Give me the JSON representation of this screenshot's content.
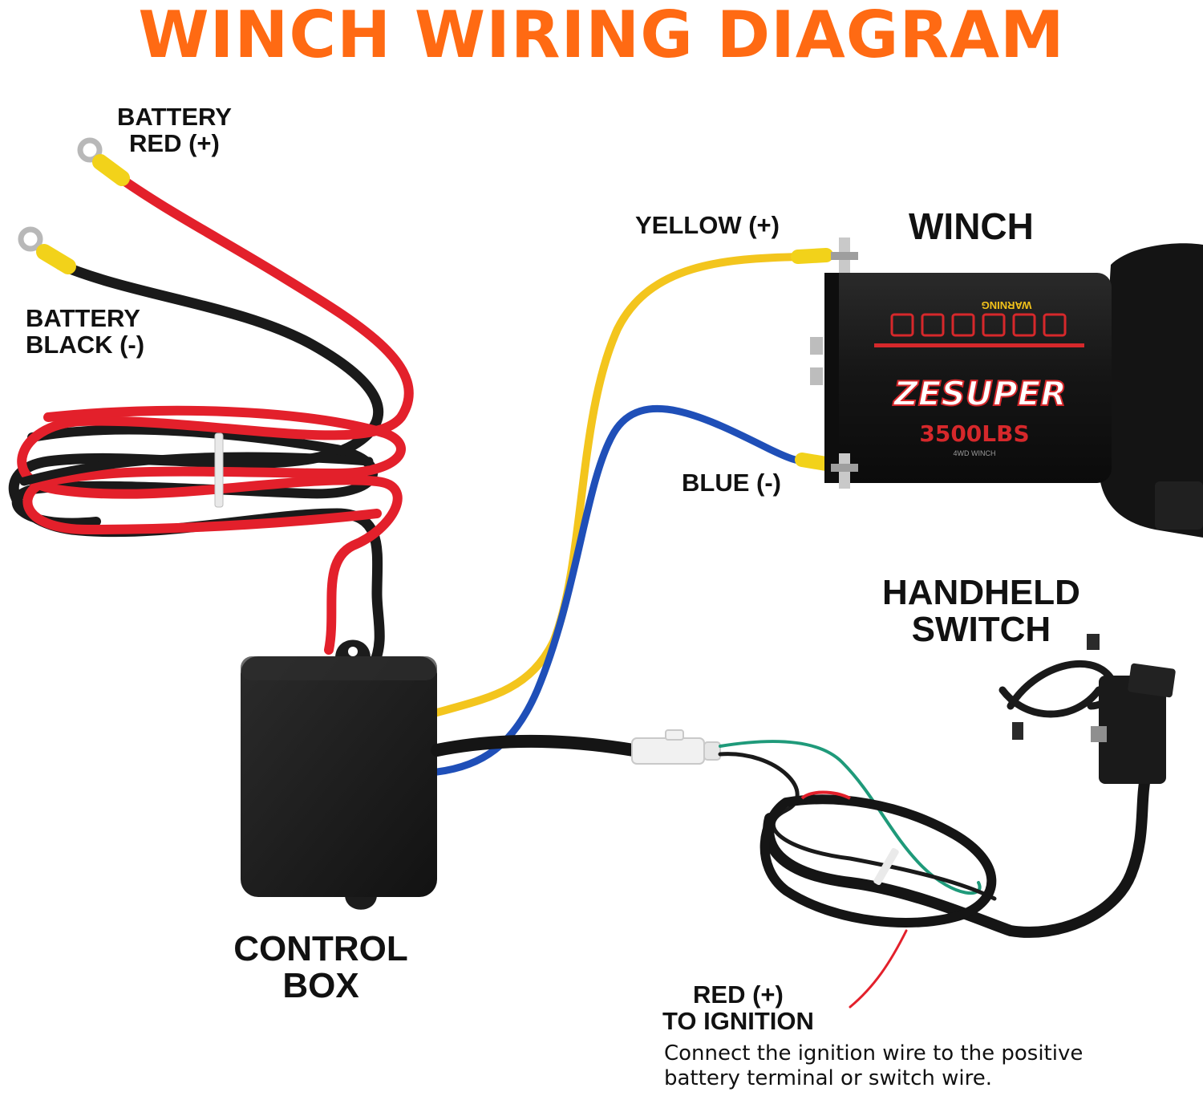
{
  "title": "WINCH WIRING DIAGRAM",
  "labels": {
    "battery_red": [
      "BATTERY",
      "RED (+)"
    ],
    "battery_black": [
      "BATTERY",
      "BLACK (-)"
    ],
    "yellow": "YELLOW (+)",
    "blue": "BLUE (-)",
    "winch": "WINCH",
    "handheld_switch": [
      "HANDHELD",
      "SWITCH"
    ],
    "control_box": [
      "CONTROL",
      "BOX"
    ],
    "red_ignition": [
      "RED (+)",
      "TO IGNITION"
    ]
  },
  "note": [
    "Connect the ignition wire to the positive",
    "battery terminal or switch wire."
  ],
  "winch_body": {
    "warning": "WARNING",
    "brand": "ZESUPER",
    "capacity": "3500LBS",
    "model_line": "4WD WINCH"
  },
  "colors": {
    "title": "#ff6a13",
    "wire_red": "#e3202b",
    "wire_black": "#1a1a1a",
    "wire_yellow": "#f3c51d",
    "wire_blue": "#1f4fb8",
    "wire_green": "#1f9a7a",
    "terminal_yellow": "#f2d21a"
  }
}
